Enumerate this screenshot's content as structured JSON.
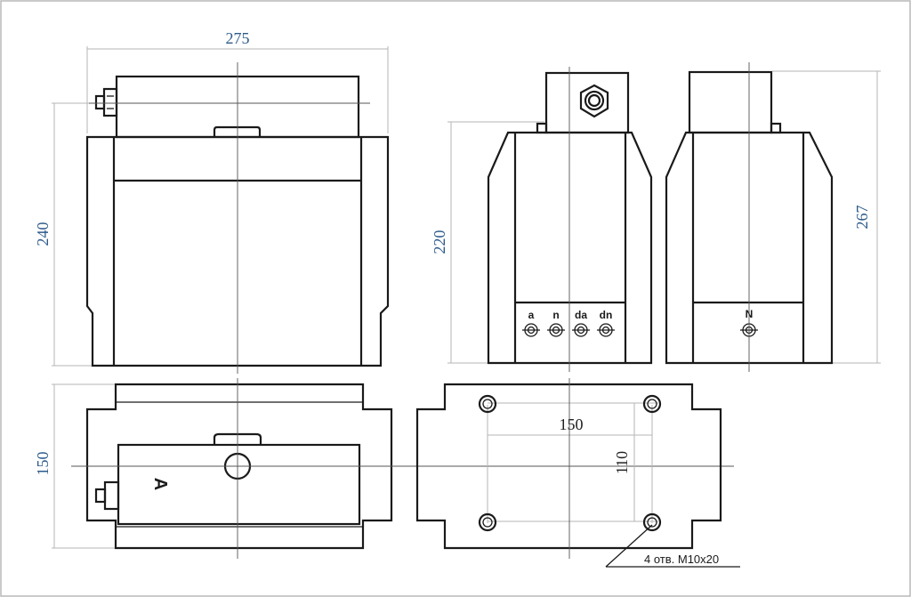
{
  "dimensions": {
    "front_width": "275",
    "front_height": "240",
    "side_height": "220",
    "right_side_height": "267",
    "plan_height": "150",
    "bolt_spacing_x": "150",
    "bolt_spacing_y": "110"
  },
  "terminals": {
    "side_labels": [
      "a",
      "n",
      "da",
      "dn"
    ],
    "back_label": "N"
  },
  "plan_view": {
    "marking": "A"
  },
  "notes": {
    "holes": "4 отв. М10х20"
  },
  "colors": {
    "dimension_text": "#2c5a8a",
    "outline": "#1a1a1a",
    "dimension_line": "#b5b5b5"
  }
}
